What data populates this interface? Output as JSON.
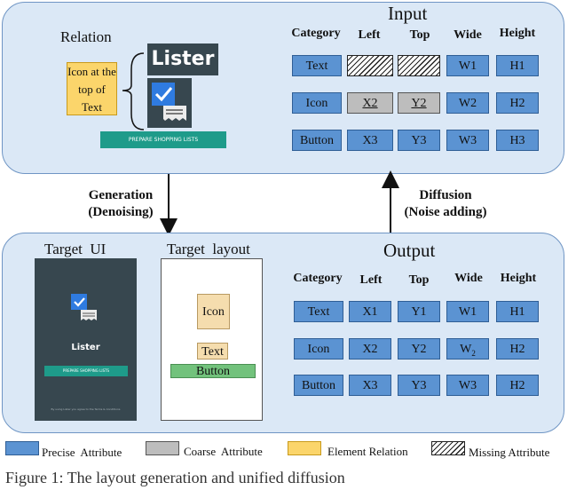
{
  "input_panel": {
    "title": "Input",
    "relation_label": "Relation",
    "relation_note": "Icon at the top of Text",
    "app_name": "Lister",
    "app_button": "PREPARE SHOPPING LISTS",
    "headers": [
      "Category",
      "Left",
      "Top",
      "Wide",
      "Height"
    ],
    "rows": [
      {
        "category": "Text",
        "left": "",
        "top": "",
        "wide": "W1",
        "height": "H1"
      },
      {
        "category": "Icon",
        "left": "X2",
        "top": "Y2",
        "wide": "W2",
        "height": "H2"
      },
      {
        "category": "Button",
        "left": "X3",
        "top": "Y3",
        "wide": "W3",
        "height": "H3"
      }
    ]
  },
  "arrows": {
    "generation": "Generation",
    "generation_sub": "(Denoising)",
    "diffusion": "Diffusion",
    "diffusion_sub": "(Noise adding)"
  },
  "output_panel": {
    "title": "Output",
    "target_ui_label": "Target  UI",
    "target_layout_label": "Target  layout",
    "app_name": "Lister",
    "app_button": "PREPARE SHOPPING LISTS",
    "footer_text": "By using Lister you agree to the Terms & Conditions",
    "layout_boxes": [
      "Icon",
      "Text",
      "Button"
    ],
    "headers": [
      "Category",
      "Left",
      "Top",
      "Wide",
      "Height"
    ],
    "rows": [
      {
        "category": "Text",
        "left": "X1",
        "top": "Y1",
        "wide": "W1",
        "height": "H1"
      },
      {
        "category": "Icon",
        "left": "X2",
        "top": "Y2",
        "wide": "W",
        "wide_sub": "2",
        "height": "H2"
      },
      {
        "category": "Button",
        "left": "X3",
        "top": "Y3",
        "wide": "W3",
        "height": "H2"
      }
    ]
  },
  "legend": [
    {
      "label": "Precise  Attribute",
      "color": "#5b93d2"
    },
    {
      "label": "Coarse  Attribute",
      "color": "#bdbdbd"
    },
    {
      "label": "Element Relation",
      "color": "#fbd56b"
    },
    {
      "label": "Missing Attribute",
      "color": "hatched"
    }
  ],
  "caption": "Figure 1: The layout generation and unified diffusion"
}
